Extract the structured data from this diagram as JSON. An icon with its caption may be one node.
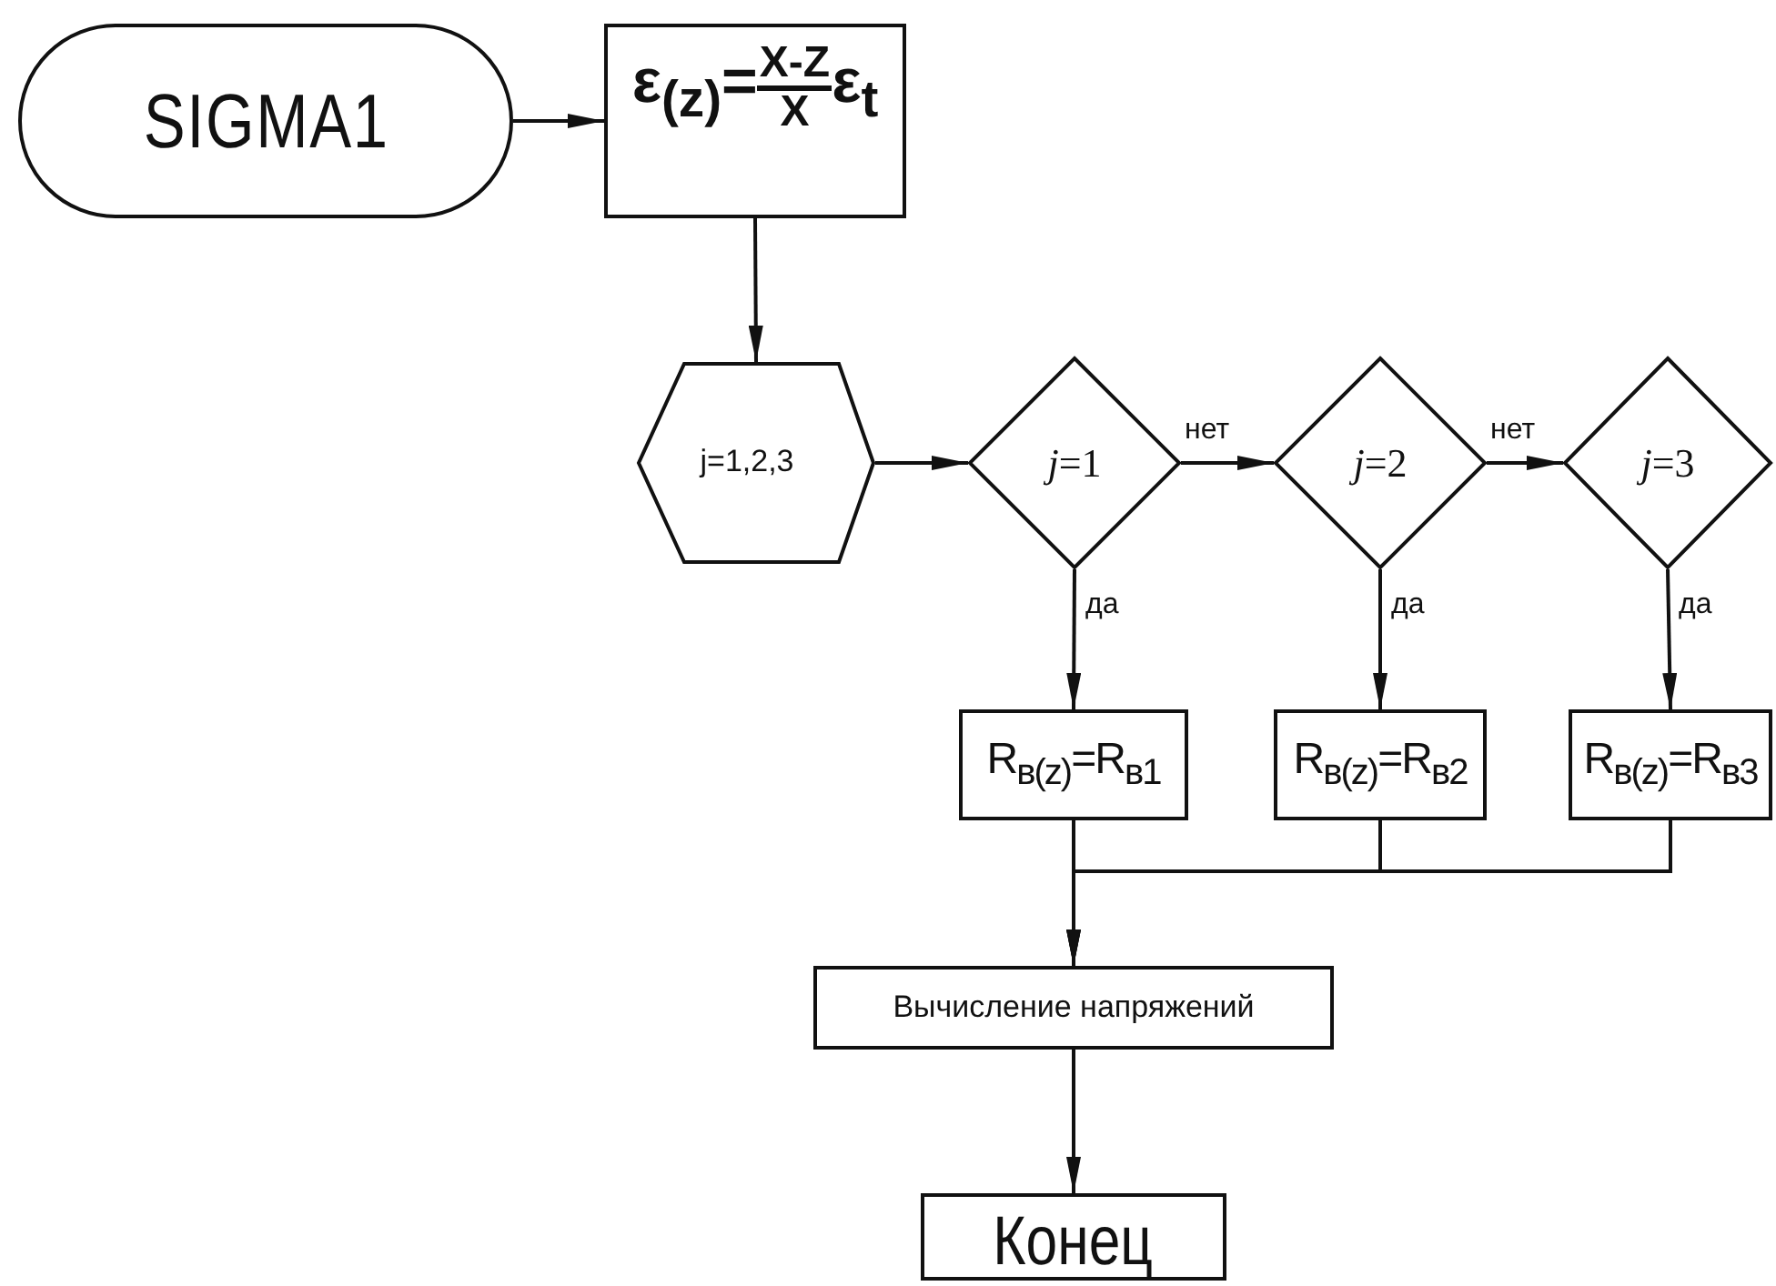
{
  "diagram": {
    "nodes": [
      {
        "text": [
          "SIGMA1"
        ]
      },
      {
        "text": [
          "ε$_{(z)}$=",
          "X-Z",
          "X",
          "ε$_{t}$"
        ]
      },
      {
        "text": [
          "j=1,2,3"
        ]
      },
      {
        "text": [
          "*j*=1"
        ]
      },
      {
        "text": [
          "*j*=2"
        ]
      },
      {
        "text": [
          "*j*=3"
        ]
      },
      {
        "text": [
          "R$_{в(z)}$=R$_{в1}$"
        ]
      },
      {
        "text": [
          "R$_{в(z)}$=R$_{в2}$"
        ]
      },
      {
        "text": [
          "R$_{в(z)}$=R$_{в3}$"
        ]
      },
      {
        "text": [
          "Вычисление напряжений"
        ]
      },
      {
        "text": [
          "Конец"
        ]
      }
    ],
    "edges": [
      {
        "from": 0,
        "to": 1,
        "arrow": "to"
      },
      {
        "from": 1,
        "to": 2,
        "arrow": "to"
      },
      {
        "from": 2,
        "to": 3,
        "arrow": "to"
      },
      {
        "from": 3,
        "to": 4,
        "arrow": "to",
        "label": "нет"
      },
      {
        "from": 4,
        "to": 5,
        "arrow": "to",
        "label": "нет"
      },
      {
        "from": 3,
        "to": 6,
        "arrow": "to",
        "label": "да"
      },
      {
        "from": 4,
        "to": 7,
        "arrow": "to",
        "label": "да"
      },
      {
        "from": 5,
        "to": 8,
        "arrow": "to",
        "label": "да"
      },
      {
        "from": 6,
        "to": 9,
        "arrow": "to"
      },
      {
        "from": 7,
        "to": 9,
        "arrow": "to"
      },
      {
        "from": 8,
        "to": 9,
        "arrow": "to"
      },
      {
        "from": 9,
        "to": 10,
        "arrow": "to"
      }
    ]
  }
}
